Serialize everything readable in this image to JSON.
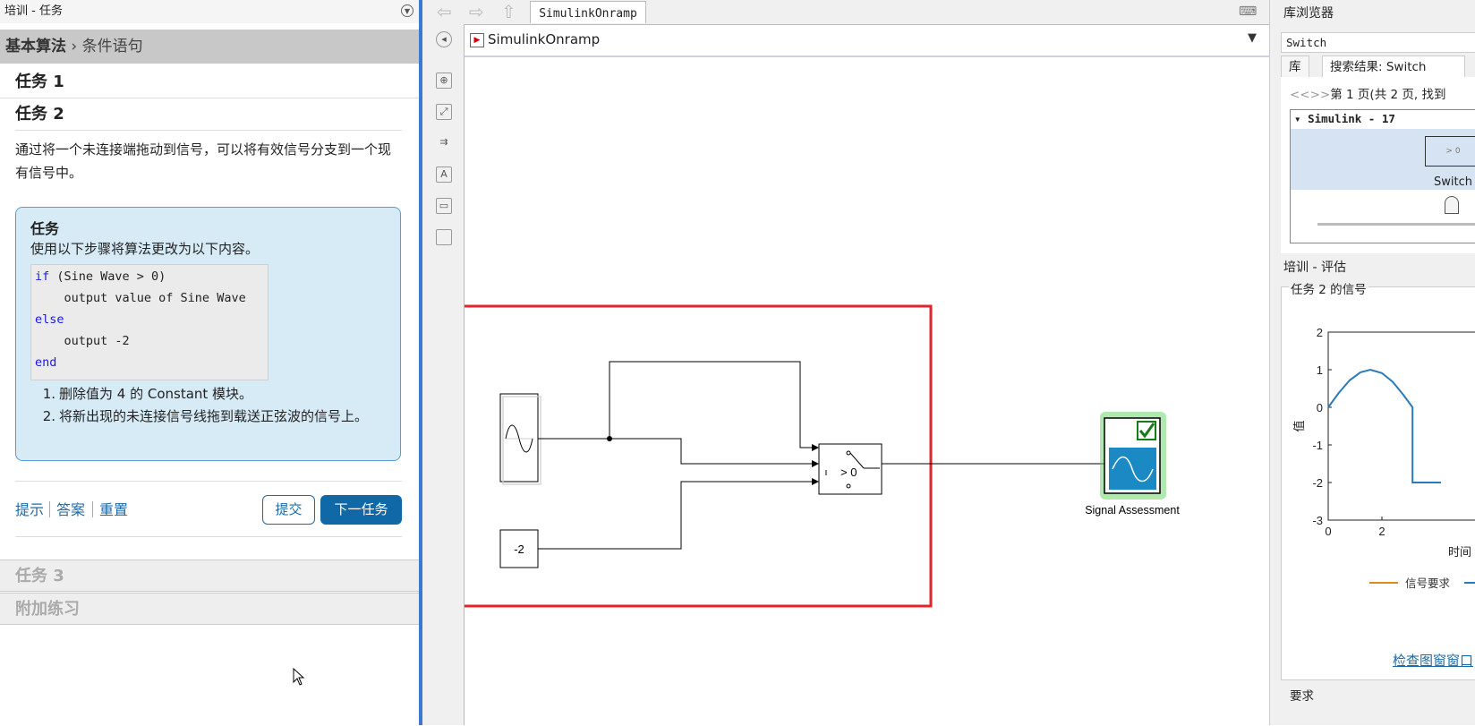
{
  "left_panel": {
    "title": "培训 - 任务",
    "breadcrumb": {
      "section": "基本算法",
      "separator": " › ",
      "current": "条件语句"
    },
    "task1": "任务 1",
    "task2": "任务 2",
    "description": "通过将一个未连接端拖动到信号，可以将有效信号分支到一个现有信号中。",
    "taskbox": {
      "title": "任务",
      "subtitle": "使用以下步骤将算法更改为以下内容。",
      "code": [
        "if (Sine Wave > 0)",
        "    output value of Sine Wave",
        "else",
        "    output -2",
        "end"
      ],
      "steps": [
        {
          "n": "1.",
          "text": "删除值为 4 的 Constant 模块。"
        },
        {
          "n": "2.",
          "text": "将新出现的未连接信号线拖到载送正弦波的信号上。"
        }
      ]
    },
    "links": {
      "hint": "提示",
      "answer": "答案",
      "reset": "重置"
    },
    "submit": "提交",
    "next": "下一任务",
    "task3": "任务 3",
    "extra": "附加练习"
  },
  "simulink": {
    "tab": "SimulinkOnramp",
    "address": "SimulinkOnramp",
    "blocks": {
      "constant_value": "-2",
      "switch_label": "> 0",
      "scope_label": "Signal Assessment"
    }
  },
  "library": {
    "title": "库浏览器",
    "search": "Switch",
    "tab_library": "库",
    "tab_results": "搜索结果: Switch",
    "pager": {
      "arrows": "<<>>",
      "text": "第 1 页(共 2 页, 找到"
    },
    "tree_head": "Simulink - 17",
    "switch_name": "Switch"
  },
  "evaluation": {
    "title": "培训 - 评估",
    "group": "任务 2 的信号",
    "chart_data": {
      "type": "line",
      "ylabel": "值",
      "xlabel": "时间",
      "yticks": [
        2,
        1,
        0,
        -1,
        -2,
        -3
      ],
      "xticks": [
        0,
        2
      ],
      "ylim": [
        -3,
        2
      ],
      "x": [
        0,
        0.4,
        0.8,
        1.2,
        1.57,
        2.0,
        2.4,
        2.8,
        3.14,
        3.14,
        4.2
      ],
      "y": [
        0,
        0.39,
        0.72,
        0.93,
        1.0,
        0.91,
        0.68,
        0.33,
        0,
        -2,
        -2
      ],
      "legend": [
        "信号要求"
      ]
    },
    "check_link": "检查图窗窗口"
  },
  "requirements_title": "要求",
  "colors": {
    "accent": "#1069a6",
    "highlight": "#e3242b",
    "splitter": "#3b7ad0",
    "plot_line": "#2b7bba"
  }
}
